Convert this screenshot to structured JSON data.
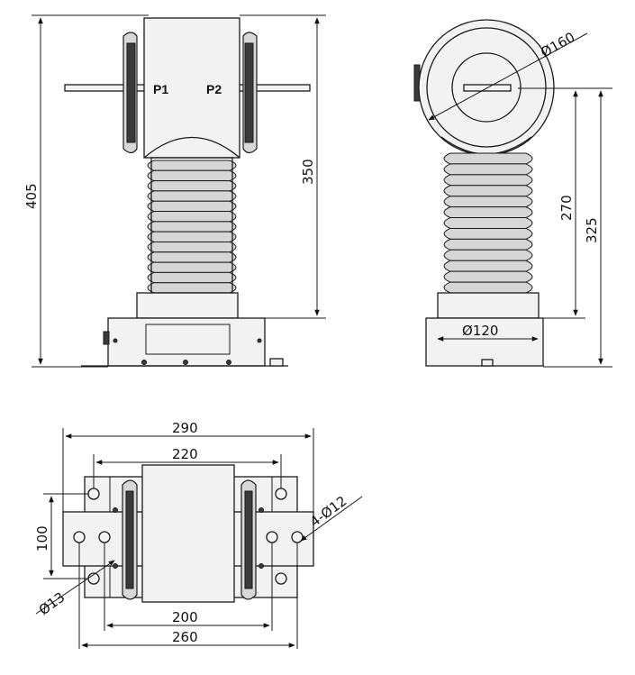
{
  "drawing": {
    "front_view": {
      "terminal_left": "P1",
      "terminal_right": "P2",
      "dim_total_height": "405",
      "dim_insulator_height": "350"
    },
    "side_view": {
      "dim_head_diameter": "Ø160",
      "dim_base_diameter": "Ø120",
      "dim_270": "270",
      "dim_325": "325"
    },
    "top_view": {
      "dim_290": "290",
      "dim_220": "220",
      "dim_200": "200",
      "dim_260": "260",
      "dim_100": "100",
      "dim_hole_small": "4-Ø12",
      "dim_hole_large": "Ø13"
    }
  }
}
